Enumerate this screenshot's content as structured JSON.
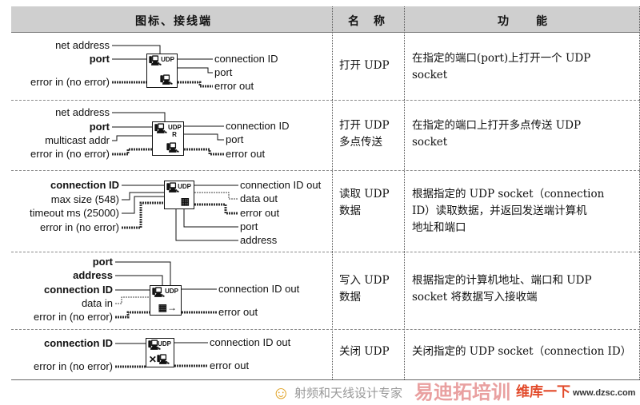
{
  "headers": {
    "icon": "图标、接线端",
    "name": "名　称",
    "function": "功　　能"
  },
  "rows": [
    {
      "inputs": [
        "net address",
        "port",
        "error in (no error)"
      ],
      "outputs": [
        "connection ID",
        "port",
        "error out"
      ],
      "icon_text": "UDP",
      "name": [
        "打开 UDP"
      ],
      "function": [
        "在指定的端口(port)上打开一个 UDP",
        "socket"
      ]
    },
    {
      "inputs": [
        "net address",
        "port",
        "multicast addr",
        "error in (no error)"
      ],
      "outputs": [
        "connection ID",
        "port",
        "error out"
      ],
      "icon_text": "UDP R",
      "name": [
        "打开 UDP",
        "多点传送"
      ],
      "function": [
        "在指定的端口上打开多点传送  UDP",
        "socket"
      ]
    },
    {
      "inputs": [
        "connection ID",
        "max size (548)",
        "timeout ms (25000)",
        "error in (no error)"
      ],
      "outputs": [
        "connection ID out",
        "data out",
        "error out",
        "port",
        "address"
      ],
      "icon_text": "UDP",
      "name": [
        "读取 UDP",
        "数据"
      ],
      "function": [
        "根据指定的  UDP socket（connection",
        "ID）读取数据，并返回发送端计算机",
        "地址和端口"
      ]
    },
    {
      "inputs": [
        "port",
        "address",
        "connection ID",
        "data in",
        "error in (no error)"
      ],
      "outputs": [
        "connection ID out",
        "error out"
      ],
      "icon_text": "UDP",
      "name": [
        "写入 UDP",
        "数据"
      ],
      "function": [
        "根据指定的计算机地址、端口和 UDP",
        "socket 将数据写入接收端"
      ]
    },
    {
      "inputs": [
        "connection ID",
        "error in (no error)"
      ],
      "outputs": [
        "connection ID out",
        "error out"
      ],
      "icon_text": "UDP",
      "name": [
        "关闭 UDP"
      ],
      "function": [
        "关闭指定的 UDP socket（connection ID）"
      ]
    }
  ],
  "watermark": {
    "brand": "易迪拓培训",
    "slogan": "维库一下",
    "tagline": "射频和天线设计专家",
    "url": "www.dzsc.com"
  }
}
